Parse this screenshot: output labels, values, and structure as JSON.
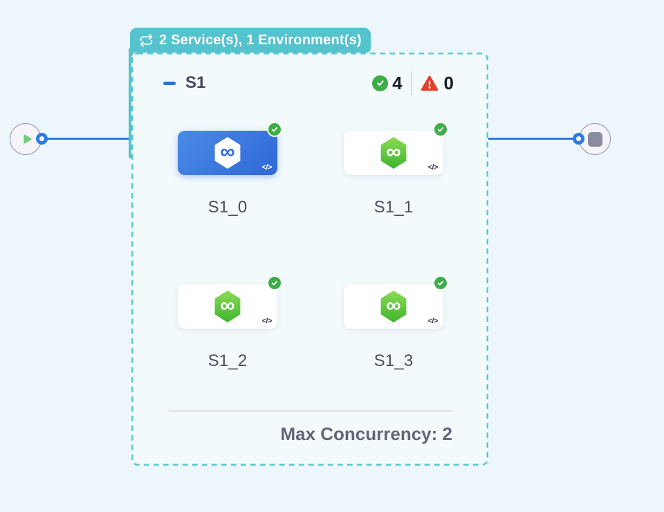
{
  "header_badge": {
    "icon": "loop-icon",
    "label": "2 Service(s), 1 Environment(s)"
  },
  "stage": {
    "name": "S1",
    "success_count": "4",
    "error_count": "0",
    "code_glyph": "</>",
    "infinity_glyph": "∞",
    "services": [
      {
        "label": "S1_0",
        "state": "selected",
        "status": "success"
      },
      {
        "label": "S1_1",
        "state": "default",
        "status": "success"
      },
      {
        "label": "S1_2",
        "state": "default",
        "status": "success"
      },
      {
        "label": "S1_3",
        "state": "default",
        "status": "success"
      }
    ],
    "footer": {
      "label": "Max Concurrency:",
      "value": "2"
    }
  },
  "nodes": {
    "start": {
      "icon": "play-icon"
    },
    "end": {
      "icon": "stop-icon"
    }
  },
  "colors": {
    "page_background": "#edf6fa",
    "badge_teal": "#54c3ce",
    "dashed_border": "#59c8d2",
    "selected_card_blue": "#2f67d7",
    "service_green": "#3fb42f",
    "success_green": "#3dad49",
    "error_red": "#e2402b",
    "edge_blue": "#2e7be4"
  }
}
